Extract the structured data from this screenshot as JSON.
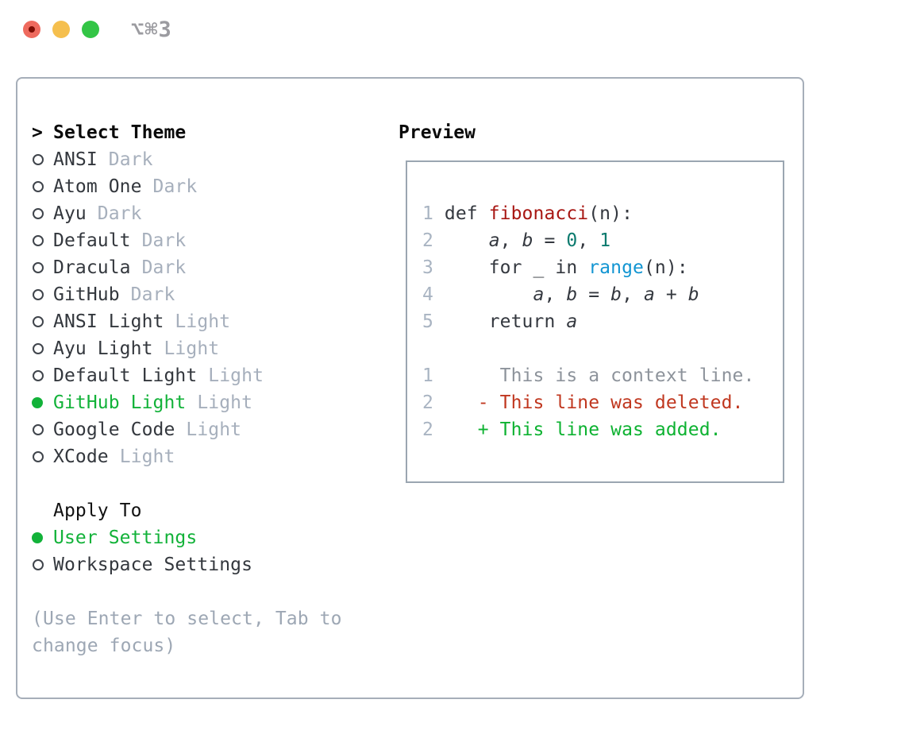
{
  "window": {
    "title": "⌥⌘3"
  },
  "colors": {
    "accent_green": "#12b239",
    "diff_deleted_red": "#c0371f",
    "diff_added_green": "#0db231",
    "function_red": "#a81713",
    "number_teal": "#0b7a6e",
    "builtin_blue": "#1295d2",
    "muted_gray": "#a6afbc",
    "panel_border": "#a6aeb9",
    "traffic_red": "#ee6a5e",
    "traffic_yellow": "#f5bf4e",
    "traffic_green": "#33c546"
  },
  "theme_list": {
    "prompt": ">",
    "title": "Select Theme",
    "items": [
      {
        "name": "ANSI",
        "tag": "Dark",
        "selected": false
      },
      {
        "name": "Atom One",
        "tag": "Dark",
        "selected": false
      },
      {
        "name": "Ayu",
        "tag": "Dark",
        "selected": false
      },
      {
        "name": "Default",
        "tag": "Dark",
        "selected": false
      },
      {
        "name": "Dracula",
        "tag": "Dark",
        "selected": false
      },
      {
        "name": "GitHub",
        "tag": "Dark",
        "selected": false
      },
      {
        "name": "ANSI Light",
        "tag": "Light",
        "selected": false
      },
      {
        "name": "Ayu Light",
        "tag": "Light",
        "selected": false
      },
      {
        "name": "Default Light",
        "tag": "Light",
        "selected": false
      },
      {
        "name": "GitHub Light",
        "tag": "Light",
        "selected": true
      },
      {
        "name": "Google Code",
        "tag": "Light",
        "selected": false
      },
      {
        "name": "XCode",
        "tag": "Light",
        "selected": false
      }
    ]
  },
  "apply_to": {
    "label": "Apply To",
    "options": [
      {
        "name": "User Settings",
        "selected": true
      },
      {
        "name": "Workspace Settings",
        "selected": false
      }
    ]
  },
  "hint": {
    "lines": [
      "(Use Enter to select, Tab to",
      "change focus)"
    ]
  },
  "preview": {
    "title": "Preview",
    "lines": [
      {
        "segments": [
          [
            "1",
            "num"
          ],
          [
            " ",
            "plain"
          ],
          [
            "def ",
            "plain"
          ],
          [
            "fibonacci",
            "func"
          ],
          [
            "(n):",
            "plain"
          ]
        ]
      },
      {
        "segments": [
          [
            "2",
            "num"
          ],
          [
            "     ",
            "plain"
          ],
          [
            "a",
            "var"
          ],
          [
            ", ",
            "plain"
          ],
          [
            "b",
            "var"
          ],
          [
            " = ",
            "plain"
          ],
          [
            "0",
            "numlit"
          ],
          [
            ", ",
            "plain"
          ],
          [
            "1",
            "numlit"
          ]
        ]
      },
      {
        "segments": [
          [
            "3",
            "num"
          ],
          [
            "     ",
            "plain"
          ],
          [
            "for _ in ",
            "plain"
          ],
          [
            "range",
            "builtin"
          ],
          [
            "(n):",
            "plain"
          ]
        ]
      },
      {
        "segments": [
          [
            "4",
            "num"
          ],
          [
            "         ",
            "plain"
          ],
          [
            "a",
            "var"
          ],
          [
            ", ",
            "plain"
          ],
          [
            "b",
            "var"
          ],
          [
            " = ",
            "plain"
          ],
          [
            "b",
            "var"
          ],
          [
            ", ",
            "plain"
          ],
          [
            "a",
            "var"
          ],
          [
            " + ",
            "plain"
          ],
          [
            "b",
            "var"
          ]
        ]
      },
      {
        "segments": [
          [
            "5",
            "num"
          ],
          [
            "     ",
            "plain"
          ],
          [
            "return ",
            "plain"
          ],
          [
            "a",
            "var"
          ]
        ]
      },
      {
        "segments": []
      },
      {
        "segments": [
          [
            "1",
            "num"
          ],
          [
            "      ",
            "plain"
          ],
          [
            "This is a context line.",
            "ctx"
          ]
        ]
      },
      {
        "segments": [
          [
            "2",
            "num"
          ],
          [
            "    ",
            "plain"
          ],
          [
            "- This line was deleted.",
            "del"
          ]
        ]
      },
      {
        "segments": [
          [
            "2",
            "num"
          ],
          [
            "    ",
            "plain"
          ],
          [
            "+ This line was added.",
            "add"
          ]
        ]
      }
    ]
  }
}
